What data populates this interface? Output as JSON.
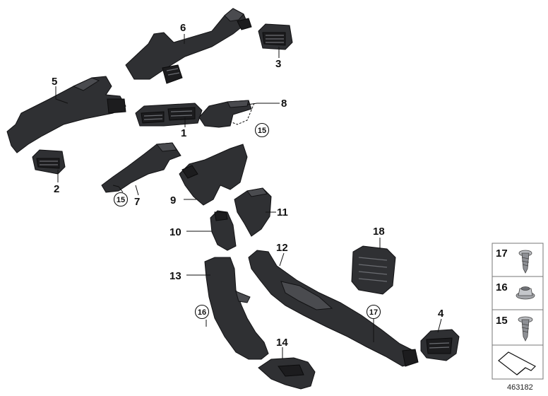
{
  "callouts": {
    "c1": "1",
    "c2": "2",
    "c3": "3",
    "c4": "4",
    "c5": "5",
    "c6": "6",
    "c7": "7",
    "c8": "8",
    "c9": "9",
    "c10": "10",
    "c11": "11",
    "c12": "12",
    "c13": "13",
    "c14": "14",
    "c18": "18"
  },
  "circled_refs": {
    "r15_top": "15",
    "r15_left": "15",
    "r16": "16",
    "r17": "17"
  },
  "legend": {
    "l17": "17",
    "l16": "16",
    "l15": "15"
  },
  "diagram_id": "463182"
}
